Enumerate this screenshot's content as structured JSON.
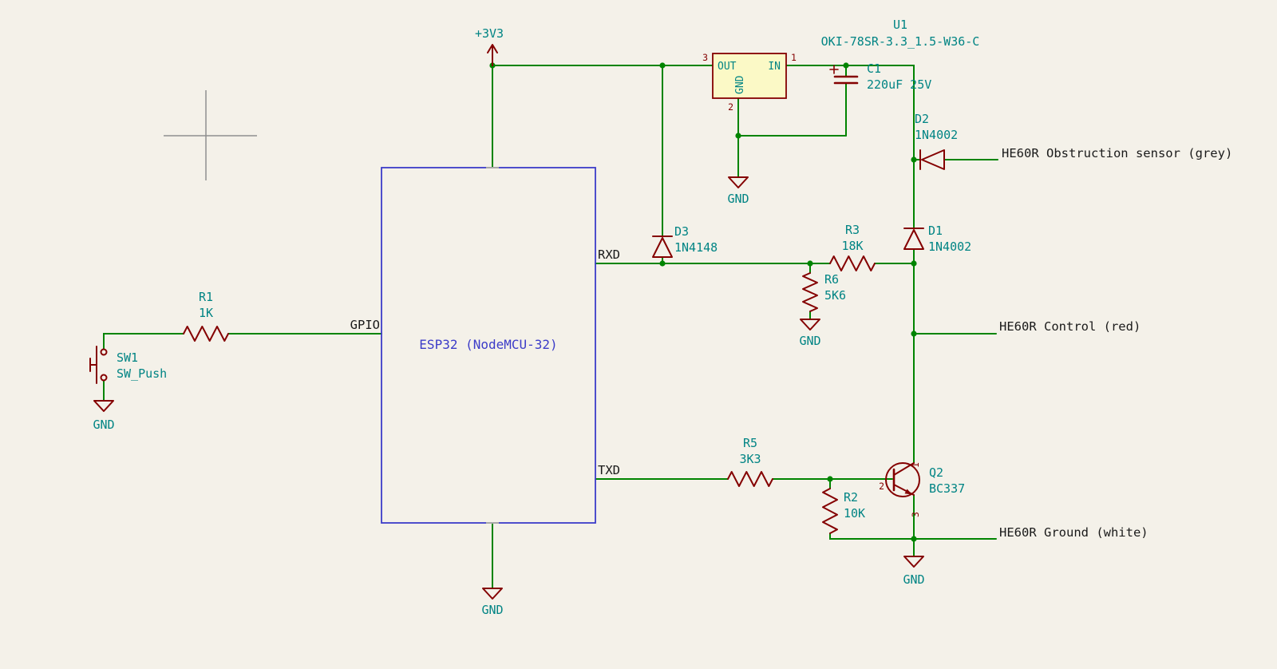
{
  "schematic": {
    "power": {
      "v3v3": "+3V3"
    },
    "gnd": "GND",
    "esp32": {
      "label": "ESP32 (NodeMCU-32)",
      "pins": {
        "gpio": "GPIO",
        "rxd": "RXD",
        "txd": "TXD"
      }
    },
    "u1": {
      "ref": "U1",
      "value": "OKI-78SR-3.3_1.5-W36-C",
      "pin_out": "OUT",
      "pin_in": "IN",
      "pin_gnd": "GND",
      "num_out": "3",
      "num_in": "1",
      "num_gnd": "2"
    },
    "c1": {
      "ref": "C1",
      "value": "220uF 25V"
    },
    "d1": {
      "ref": "D1",
      "value": "1N4002"
    },
    "d2": {
      "ref": "D2",
      "value": "1N4002"
    },
    "d3": {
      "ref": "D3",
      "value": "1N4148"
    },
    "r1": {
      "ref": "R1",
      "value": "1K"
    },
    "r2": {
      "ref": "R2",
      "value": "10K"
    },
    "r3": {
      "ref": "R3",
      "value": "18K"
    },
    "r5": {
      "ref": "R5",
      "value": "3K3"
    },
    "r6": {
      "ref": "R6",
      "value": "5K6"
    },
    "q2": {
      "ref": "Q2",
      "value": "BC337",
      "pin1": "1",
      "pin2": "2",
      "pin3": "3"
    },
    "sw1": {
      "ref": "SW1",
      "value": "SW_Push"
    },
    "net_labels": {
      "obstruction": "HE60R Obstruction sensor (grey)",
      "control": "HE60R Control (red)",
      "ground": "HE60R Ground (white)"
    },
    "colors": {
      "background": "#F4F1E9",
      "wire": "#008400",
      "component": "#840000",
      "value_text": "#008484",
      "pin_number": "#840000",
      "net_label": "#1A1A1A",
      "sheet": "#3C3CC8",
      "u1_fill": "#FBF9C6",
      "junction": "#008400",
      "crosshair": "#8F8F8F"
    }
  }
}
